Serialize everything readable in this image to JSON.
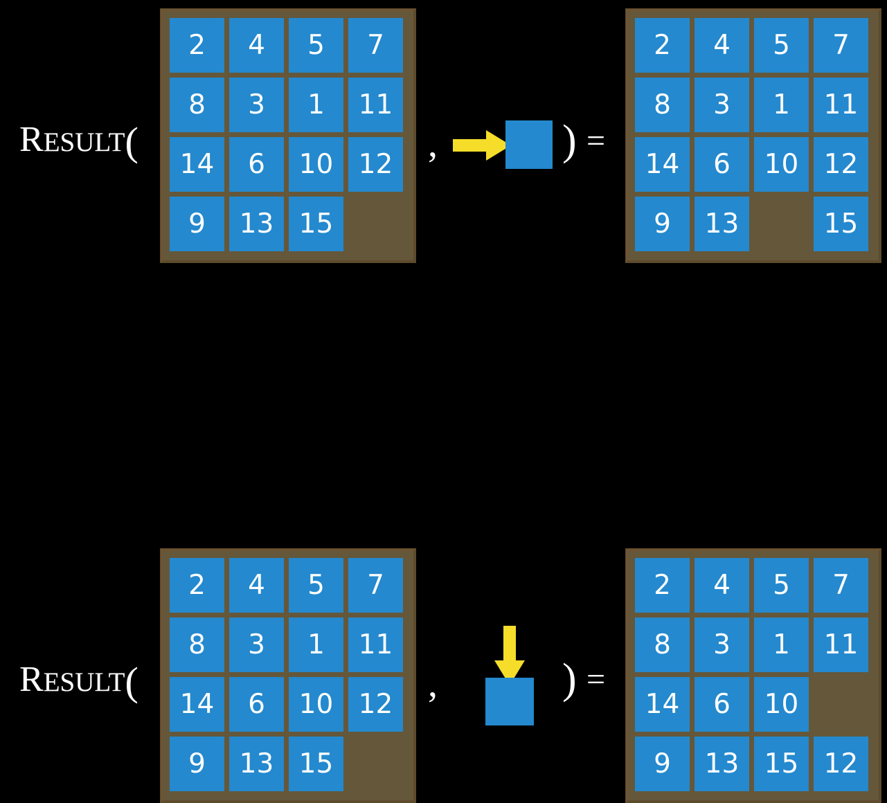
{
  "page": {
    "background_color": "#000000",
    "tile_color": "#2489ce",
    "board_color": "#65573a",
    "arrow_color": "#f5dd2a",
    "text_color": "#ffffff",
    "title": "RESULT function applied to 15-puzzle states"
  },
  "rows": [
    {
      "label": {
        "cap": "R",
        "rest": "ESULT",
        "open_paren": "("
      },
      "comma": ",",
      "close_paren": ")",
      "equals": "=",
      "action": {
        "direction": "right",
        "arrow_icon": "arrow-right-icon",
        "description": "slide blank right / move tile left"
      },
      "input_board": {
        "name": "input-state",
        "rows": [
          [
            "2",
            "4",
            "5",
            "7"
          ],
          [
            "8",
            "3",
            "1",
            "11"
          ],
          [
            "14",
            "6",
            "10",
            "12"
          ],
          [
            "9",
            "13",
            "15",
            ""
          ]
        ]
      },
      "output_board": {
        "name": "result-state",
        "rows": [
          [
            "2",
            "4",
            "5",
            "7"
          ],
          [
            "8",
            "3",
            "1",
            "11"
          ],
          [
            "14",
            "6",
            "10",
            "12"
          ],
          [
            "9",
            "13",
            "",
            "15"
          ]
        ]
      }
    },
    {
      "label": {
        "cap": "R",
        "rest": "ESULT",
        "open_paren": "("
      },
      "comma": ",",
      "close_paren": ")",
      "equals": "=",
      "action": {
        "direction": "down",
        "arrow_icon": "arrow-down-icon",
        "description": "slide blank down / move tile up"
      },
      "input_board": {
        "name": "input-state",
        "rows": [
          [
            "2",
            "4",
            "5",
            "7"
          ],
          [
            "8",
            "3",
            "1",
            "11"
          ],
          [
            "14",
            "6",
            "10",
            "12"
          ],
          [
            "9",
            "13",
            "15",
            ""
          ]
        ]
      },
      "output_board": {
        "name": "result-state",
        "rows": [
          [
            "2",
            "4",
            "5",
            "7"
          ],
          [
            "8",
            "3",
            "1",
            "11"
          ],
          [
            "14",
            "6",
            "10",
            ""
          ],
          [
            "9",
            "13",
            "15",
            "12"
          ]
        ]
      }
    }
  ]
}
